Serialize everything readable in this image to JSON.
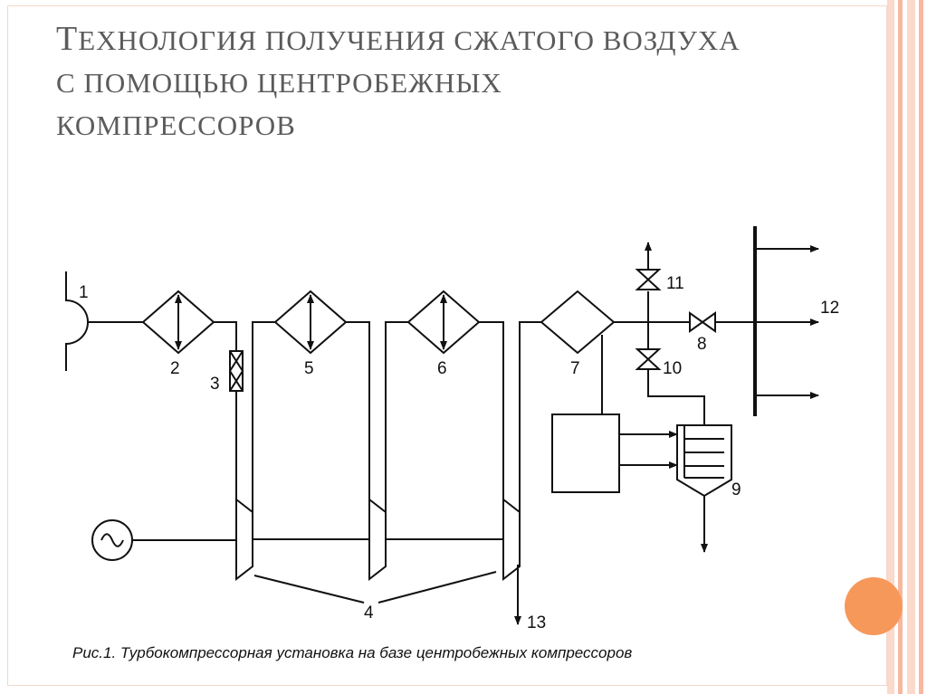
{
  "slide": {
    "title_lines": [
      {
        "first": "Т",
        "rest": "ЕХНОЛОГИЯ ПОЛУЧЕНИЯ СЖАТОГО ВОЗДУХА"
      },
      {
        "first": "",
        "rest": "С ПОМОЩЬЮ ЦЕНТРОБЕЖНЫХ"
      },
      {
        "first": "",
        "rest": "КОМПРЕССОРОВ"
      }
    ],
    "caption": "Рис.1. Турбокомпрессорная установка на базе центробежных компрессоров",
    "colors": {
      "stripe_light": "#fbd9cb",
      "stripe_medium": "#f8b8a0",
      "accent_orange": "#f7985b",
      "title_text": "#5b5b5b",
      "diagram_line": "#111111"
    }
  },
  "diagram": {
    "labels": {
      "intake": "1",
      "filter_1": "2",
      "filter_small": "3",
      "compressors": "4",
      "filter_5": "5",
      "filter_6": "6",
      "filter_7": "7",
      "valve_8": "8",
      "separator": "9",
      "valve_10": "10",
      "valve_11": "11",
      "outputs": "12",
      "drain": "13"
    }
  }
}
